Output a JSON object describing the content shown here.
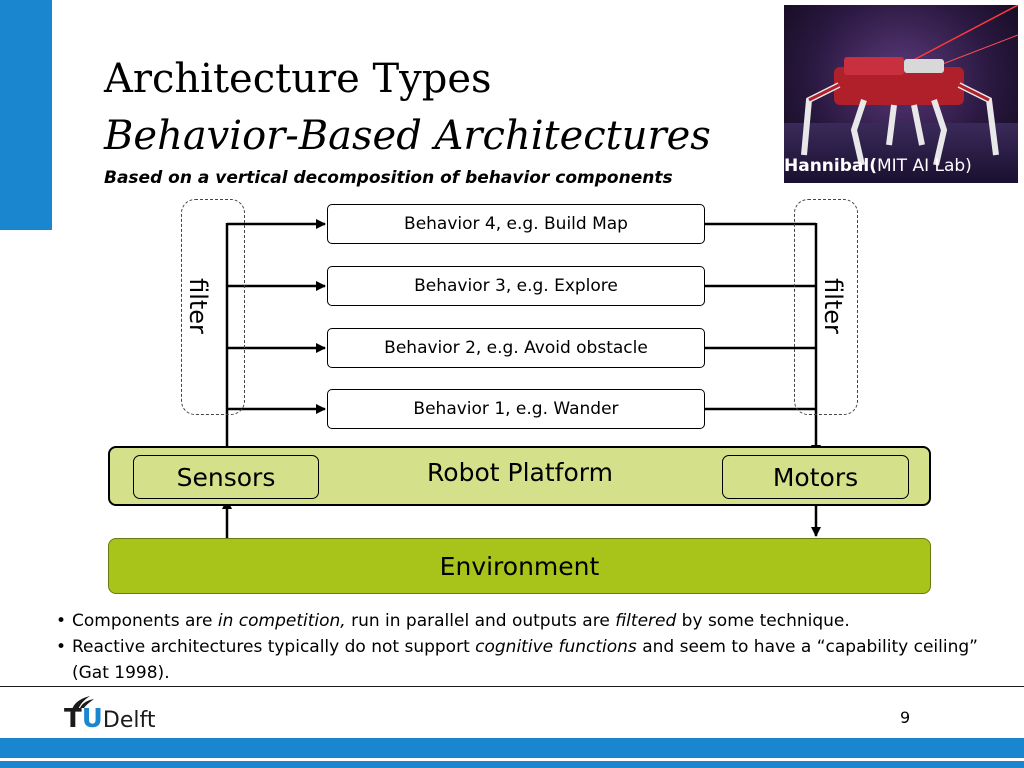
{
  "title": "Architecture Types",
  "subtitle": "Behavior-Based Architectures",
  "tagline": "Based on a vertical decomposition of behavior components",
  "photo": {
    "caption_bold": "Hannibal(",
    "caption_rest": "MIT AI Lab)"
  },
  "diagram": {
    "behaviors": [
      "Behavior 4, e.g. Build Map",
      "Behavior 3, e.g. Explore",
      "Behavior 2, e.g. Avoid obstacle",
      "Behavior 1, e.g. Wander"
    ],
    "filter_left": "filter",
    "filter_right": "filter",
    "platform": "Robot Platform",
    "sensors": "Sensors",
    "motors": "Motors",
    "environment": "Environment"
  },
  "bullets": [
    {
      "parts": [
        {
          "t": "Components are ",
          "i": false
        },
        {
          "t": "in competition,",
          "i": true
        },
        {
          "t": " run in parallel and outputs are ",
          "i": false
        },
        {
          "t": "filtered",
          "i": true
        },
        {
          "t": " by some technique.",
          "i": false
        }
      ]
    },
    {
      "parts": [
        {
          "t": "Reactive architectures typically do not support ",
          "i": false
        },
        {
          "t": "cognitive functions",
          "i": true
        },
        {
          "t": " and seem to have a “capability ceiling” (Gat 1998).",
          "i": false
        }
      ]
    }
  ],
  "footer": {
    "logo_t": "T",
    "logo_u": "U",
    "logo_delft": "Delft",
    "page_number": "9"
  },
  "colors": {
    "accent_blue": "#1b86d0",
    "platform_green": "#d4e08a",
    "environment_green": "#a8c41a"
  }
}
